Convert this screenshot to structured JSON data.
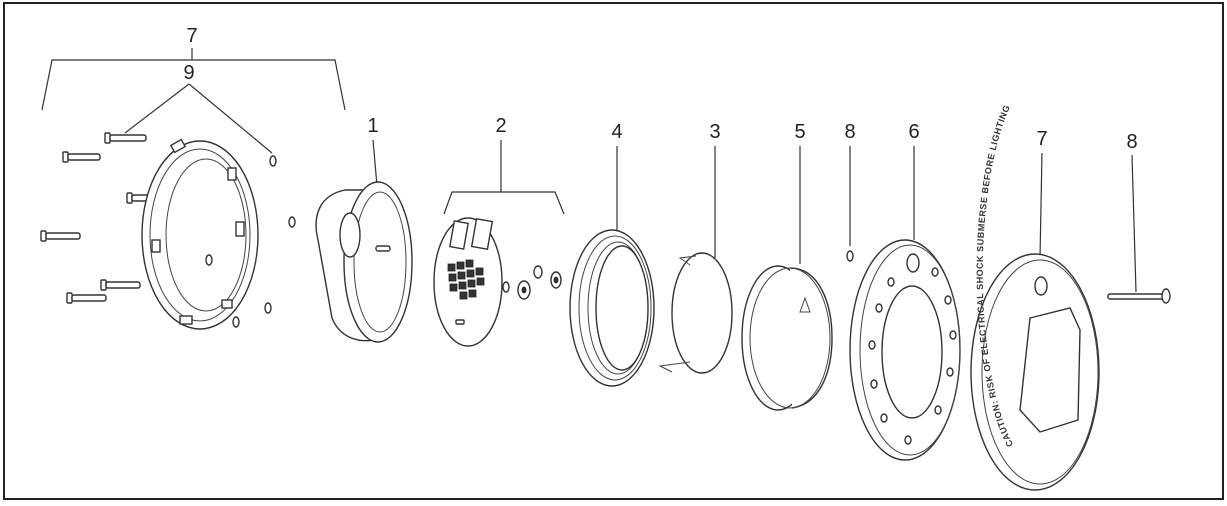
{
  "diagram": {
    "callouts": [
      {
        "key": "c7a",
        "text": "7"
      },
      {
        "key": "c9",
        "text": "9"
      },
      {
        "key": "c1",
        "text": "1"
      },
      {
        "key": "c2",
        "text": "2"
      },
      {
        "key": "c4",
        "text": "4"
      },
      {
        "key": "c3",
        "text": "3"
      },
      {
        "key": "c5",
        "text": "5"
      },
      {
        "key": "c8a",
        "text": "8"
      },
      {
        "key": "c6",
        "text": "6"
      },
      {
        "key": "c7b",
        "text": "7"
      },
      {
        "key": "c8b",
        "text": "8"
      }
    ],
    "cover_text": "CAUTION: RISK OF ELECTRICAL SHOCK SUBMERSE BEFORE LIGHTING"
  }
}
